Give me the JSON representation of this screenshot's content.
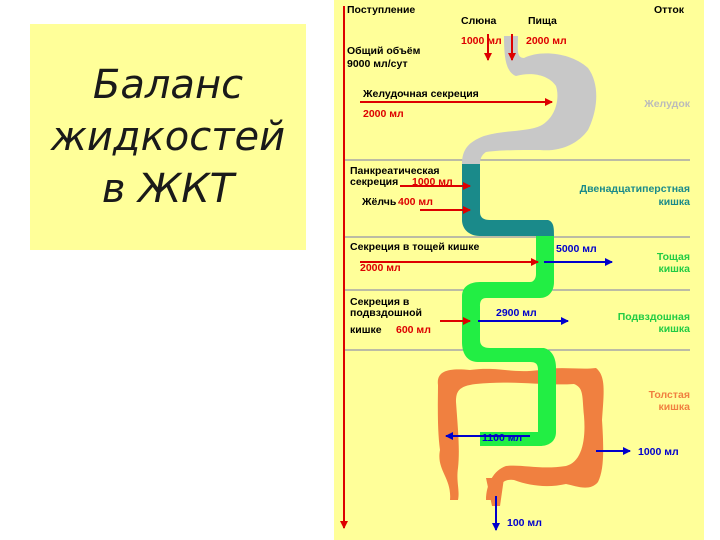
{
  "title": "Баланс жидкостей в ЖКТ",
  "header": {
    "intake": "Поступление",
    "outflow": "Отток",
    "saliva": "Слюна",
    "food": "Пища"
  },
  "total": {
    "line1": "Общий объём",
    "line2": "9000 мл/сут"
  },
  "intake_values": {
    "saliva": "1000 мл",
    "food": "2000 мл",
    "gastric_label": "Желудочная секреция",
    "gastric_value": "2000 мл",
    "pancreatic_line1": "Панкреатическая",
    "pancreatic_line2": "секреция",
    "pancreatic_value": "1000 мл",
    "bile_label": "Жёлчь",
    "bile_value": "400 мл",
    "jejunal_label": "Секреция в тощей кишке",
    "jejunal_value": "2000 мл",
    "ileal_line1": "Секреция в",
    "ileal_line2": "подвздошной",
    "ileal_line3": "кишке",
    "ileal_value": "600 мл"
  },
  "outflow_values": {
    "jejunum_absorb": "5000 мл",
    "ileum_absorb": "2900 мл",
    "colon_entry": "1100 мл",
    "colon_absorb": "1000 мл",
    "excreted": "100 мл"
  },
  "organs": {
    "stomach": "Желудок",
    "duodenum_line1": "Двенадцатиперстная",
    "duodenum_line2": "кишка",
    "jejunum_line1": "Тощая",
    "jejunum_line2": "кишка",
    "ileum_line1": "Подвздошная",
    "ileum_line2": "кишка",
    "colon_line1": "Толстая",
    "colon_line2": "кишка"
  },
  "colors": {
    "background": "#ffff99",
    "intake_arrow": "#dd0000",
    "outflow_arrow": "#0000cc",
    "stomach": "#c8c8c8",
    "duodenum": "#1a8a8a",
    "small_intestine": "#22ee44",
    "colon": "#f08040",
    "organ_stomach_label": "#bbbbbb",
    "organ_duodenum_label": "#1a8a8a",
    "organ_small_label": "#22cc44",
    "organ_colon_label": "#f08040"
  }
}
